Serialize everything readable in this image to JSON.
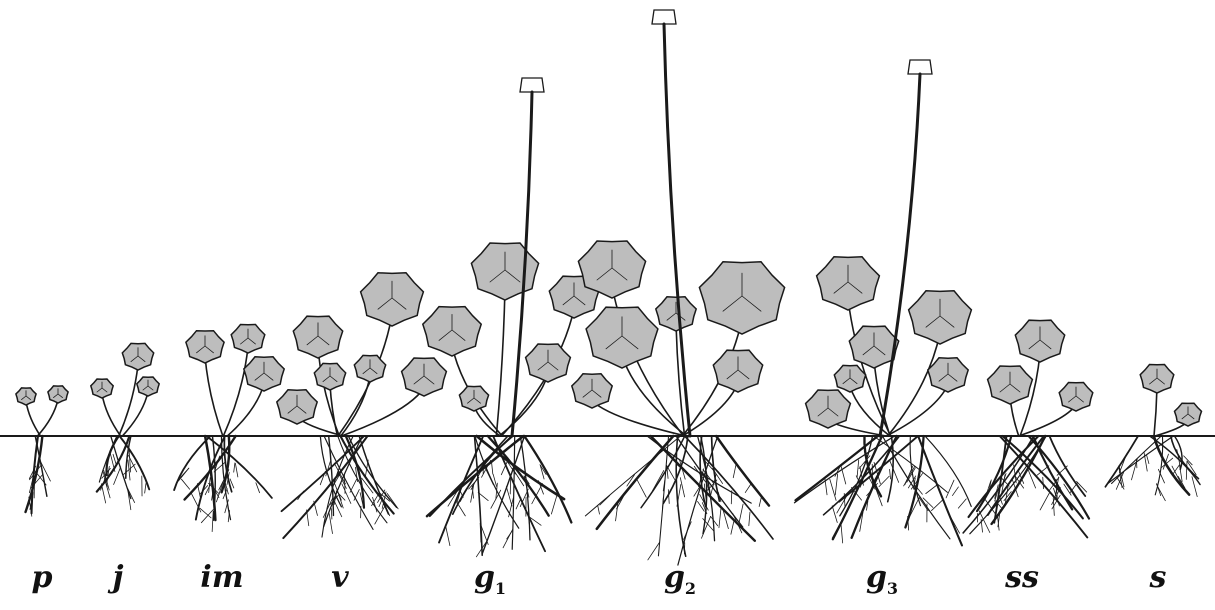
{
  "stages": [
    {
      "id": "p",
      "text": "p",
      "sub": ""
    },
    {
      "id": "j",
      "text": "j",
      "sub": ""
    },
    {
      "id": "im",
      "text": "im",
      "sub": ""
    },
    {
      "id": "v",
      "text": "v",
      "sub": ""
    },
    {
      "id": "g1",
      "text": "g",
      "sub": "1"
    },
    {
      "id": "g2",
      "text": "g",
      "sub": "2"
    },
    {
      "id": "g3",
      "text": "g",
      "sub": "3"
    },
    {
      "id": "ss",
      "text": "ss",
      "sub": ""
    },
    {
      "id": "s",
      "text": "s",
      "sub": ""
    }
  ],
  "colors": {
    "ink": "#1a1a1a",
    "leaf_fill": "#bdbdbd",
    "background": "#ffffff"
  }
}
